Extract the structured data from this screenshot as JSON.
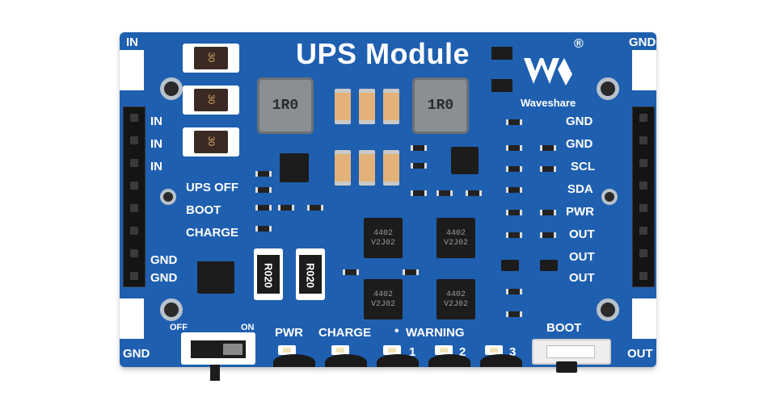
{
  "board": {
    "title": "UPS Module",
    "registered_mark": "®",
    "brand": "Waveshare",
    "corner_labels": {
      "top_left": "IN",
      "top_right": "GND",
      "bottom_left": "GND",
      "bottom_right": "OUT"
    },
    "left_pins": [
      "IN",
      "IN",
      "IN"
    ],
    "left_gnd": [
      "GND",
      "GND"
    ],
    "middle_labels": [
      "UPS OFF",
      "BOOT",
      "CHARGE"
    ],
    "right_pins": [
      "GND",
      "GND",
      "SCL",
      "SDA",
      "PWR",
      "OUT",
      "OUT",
      "OUT"
    ],
    "switch_off": "OFF",
    "switch_on": "ON",
    "leds": {
      "pwr": "PWR",
      "charge": "CHARGE",
      "warning": "WARNING",
      "n1": "1",
      "n2": "2",
      "n3": "3"
    },
    "boot_button": "BOOT",
    "inductor_marks": [
      "1R0",
      "1R0"
    ],
    "fuse_marks": [
      "30",
      "30",
      "30"
    ],
    "resistor_marks": [
      "R020",
      "R020"
    ],
    "ic_marks": [
      "4402 V2J02",
      "4402 V2J02",
      "4402 V2J02",
      "4402 V2J02"
    ]
  },
  "colors": {
    "pcb": "#1f5fb0",
    "silkscreen": "#ffffff",
    "background": "#ffffff"
  }
}
